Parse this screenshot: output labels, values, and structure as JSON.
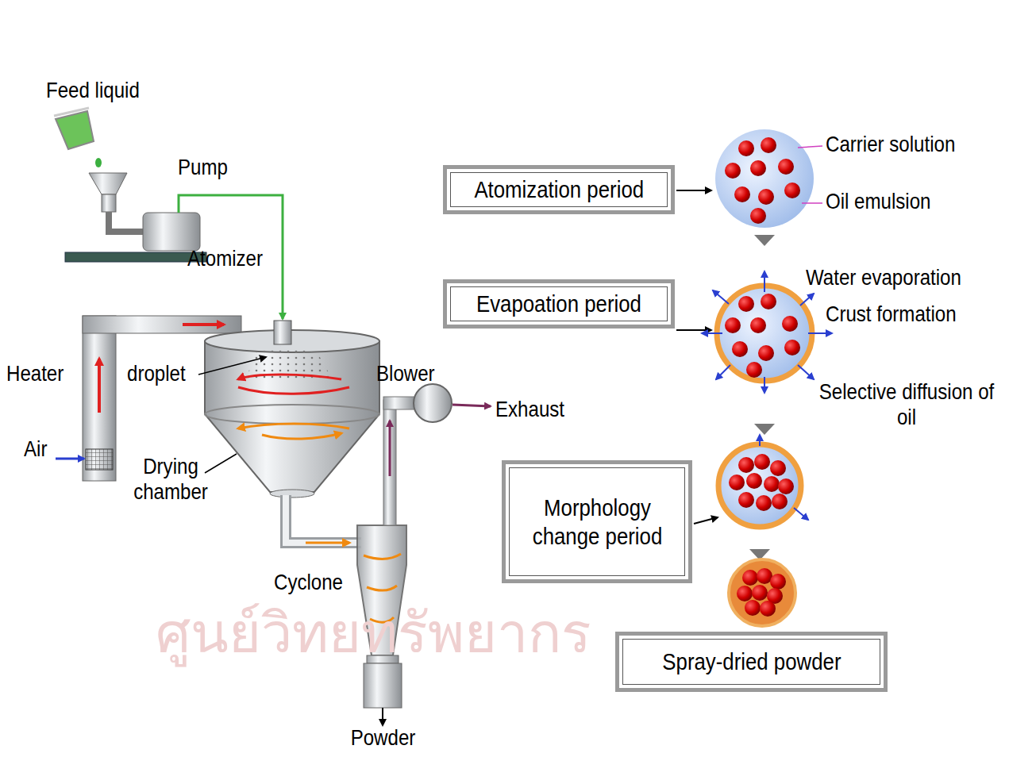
{
  "diagram": {
    "nodes": [
      {
        "text": [
          "Atomization period"
        ]
      },
      {
        "text": [
          "Evapoation period"
        ]
      },
      {
        "text": [
          "Morphology change period"
        ]
      },
      {
        "text": [
          "Spray-dried powder"
        ]
      }
    ],
    "labels": [
      "Feed liquid",
      "Pump",
      "Atomizer",
      "Heater",
      "droplet",
      "Blower",
      "Exhaust",
      "Air",
      "Drying chamber",
      "Cyclone",
      "Powder",
      "Carrier solution",
      "Oil emulsion",
      "Water evaporation",
      "Crust formation",
      "Selective diffusion of oil",
      "ศูนย์วิทยทรัพยากร"
    ]
  }
}
